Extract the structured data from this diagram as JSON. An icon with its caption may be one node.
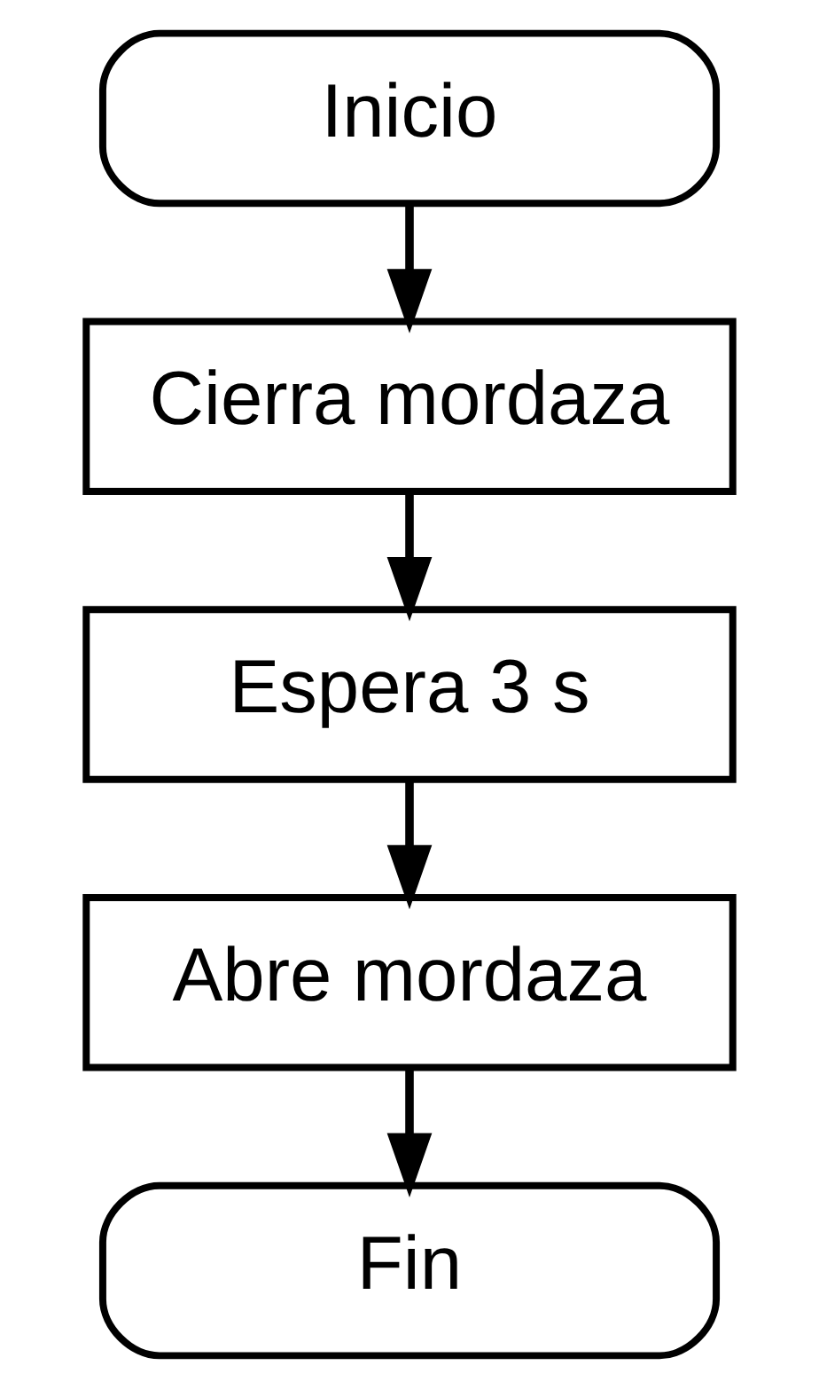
{
  "diagram": {
    "nodes": [
      {
        "text": [
          "Inicio"
        ]
      },
      {
        "text": [
          "Cierra mordaza"
        ]
      },
      {
        "text": [
          "Espera 3 s"
        ]
      },
      {
        "text": [
          "Abre mordaza"
        ]
      },
      {
        "text": [
          "Fin"
        ]
      }
    ],
    "edges": [
      {
        "from": 0,
        "to": 1,
        "arrow": "to"
      },
      {
        "from": 1,
        "to": 2,
        "arrow": "to"
      },
      {
        "from": 2,
        "to": 3,
        "arrow": "to"
      },
      {
        "from": 3,
        "to": 4,
        "arrow": "to"
      }
    ]
  }
}
